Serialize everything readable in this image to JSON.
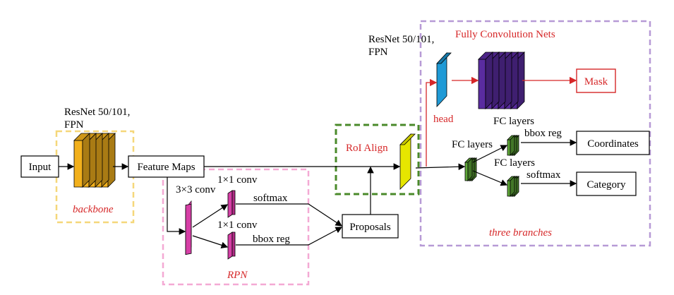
{
  "nodes": {
    "input": "Input",
    "feature_maps": "Feature Maps",
    "proposals": "Proposals",
    "mask": "Mask",
    "coordinates": "Coordinates",
    "category": "Category"
  },
  "labels": {
    "resnet_backbone": [
      "ResNet 50/101,",
      "FPN"
    ],
    "resnet_head": [
      "ResNet 50/101,",
      "FPN"
    ],
    "backbone": "backbone",
    "rpn": "RPN",
    "conv3x3": "3×3 conv",
    "conv1x1_top": "1×1 conv",
    "conv1x1_bottom": "1×1 conv",
    "softmax_rpn": "softmax",
    "bbox_reg_rpn": "bbox reg",
    "roi_align": "RoI Align",
    "head": "head",
    "fcn": "Fully Convolution Nets",
    "fc_layers_main": "FC layers",
    "fc_layers_top": "FC layers",
    "fc_layers_bottom": "FC layers",
    "bbox_reg_branch": "bbox reg",
    "softmax_branch": "softmax",
    "three_branches": "three branches"
  },
  "colors": {
    "backbone_block": "#f2b01c",
    "rpn_block": "#d63fa6",
    "roi_block": "#e6e600",
    "head_block": "#1f9ad6",
    "fcn_block": "#5a2ca0",
    "fc_block": "#5fa838",
    "backbone_frame": "#f5d77a",
    "rpn_frame": "#f4a9d4",
    "roi_frame": "#4a8a2a",
    "branches_frame": "#b79ad6",
    "accent_red": "#d62728"
  }
}
